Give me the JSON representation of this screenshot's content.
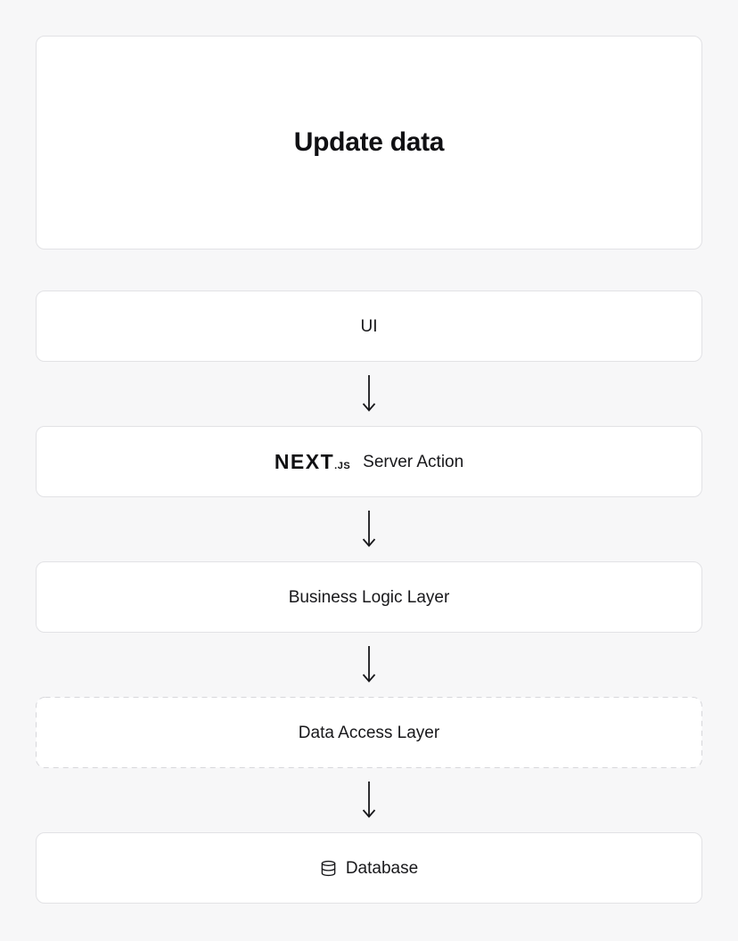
{
  "title_card": {
    "label": "Update data"
  },
  "flow": {
    "nodes": [
      {
        "id": "ui",
        "label": "UI"
      },
      {
        "id": "server-action",
        "label": "Server Action",
        "logo_wordmark": "NEXT",
        "logo_suffix": ".JS"
      },
      {
        "id": "business-logic",
        "label": "Business Logic Layer"
      },
      {
        "id": "data-access",
        "label": "Data Access Layer",
        "border_style": "dashed"
      },
      {
        "id": "database",
        "label": "Database",
        "icon": "database-icon"
      }
    ],
    "connector": "arrow-down"
  },
  "colors": {
    "page_background": "#f7f7f8",
    "card_background": "#ffffff",
    "card_border": "#e2e2e5",
    "dashed_border": "#d7d7db",
    "text": "#18181b",
    "arrow": "#18181b"
  }
}
